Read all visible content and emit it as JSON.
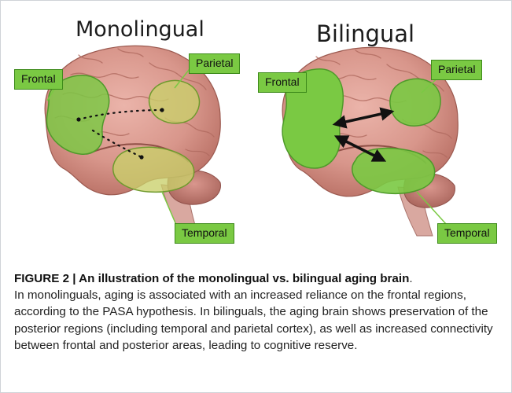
{
  "figure": {
    "panels": [
      {
        "title": "Monolingual",
        "labels": {
          "frontal": "Frontal",
          "parietal": "Parietal",
          "temporal": "Temporal"
        }
      },
      {
        "title": "Bilingual",
        "labels": {
          "frontal": "Frontal",
          "parietal": "Parietal",
          "temporal": "Temporal"
        }
      }
    ],
    "colors": {
      "region_fill": "#7ac943",
      "region_stroke": "#3d8a1a",
      "brain_pink": "#dc9a90",
      "brain_dark": "#b46a60",
      "cerebellum": "#c98279",
      "brainstem": "#d9a8a0"
    }
  },
  "caption": {
    "label": "FIGURE 2 | ",
    "title": "An illustration of the monolingual vs. bilingual aging brain",
    "title_end": ".",
    "body": "In monolinguals, aging is associated with an increased reliance on the frontal regions, according to the PASA hypothesis. In bilinguals, the aging brain shows preservation of the posterior regions (including temporal and parietal cortex), as well as increased connectivity between frontal and posterior areas, leading to cognitive reserve."
  }
}
